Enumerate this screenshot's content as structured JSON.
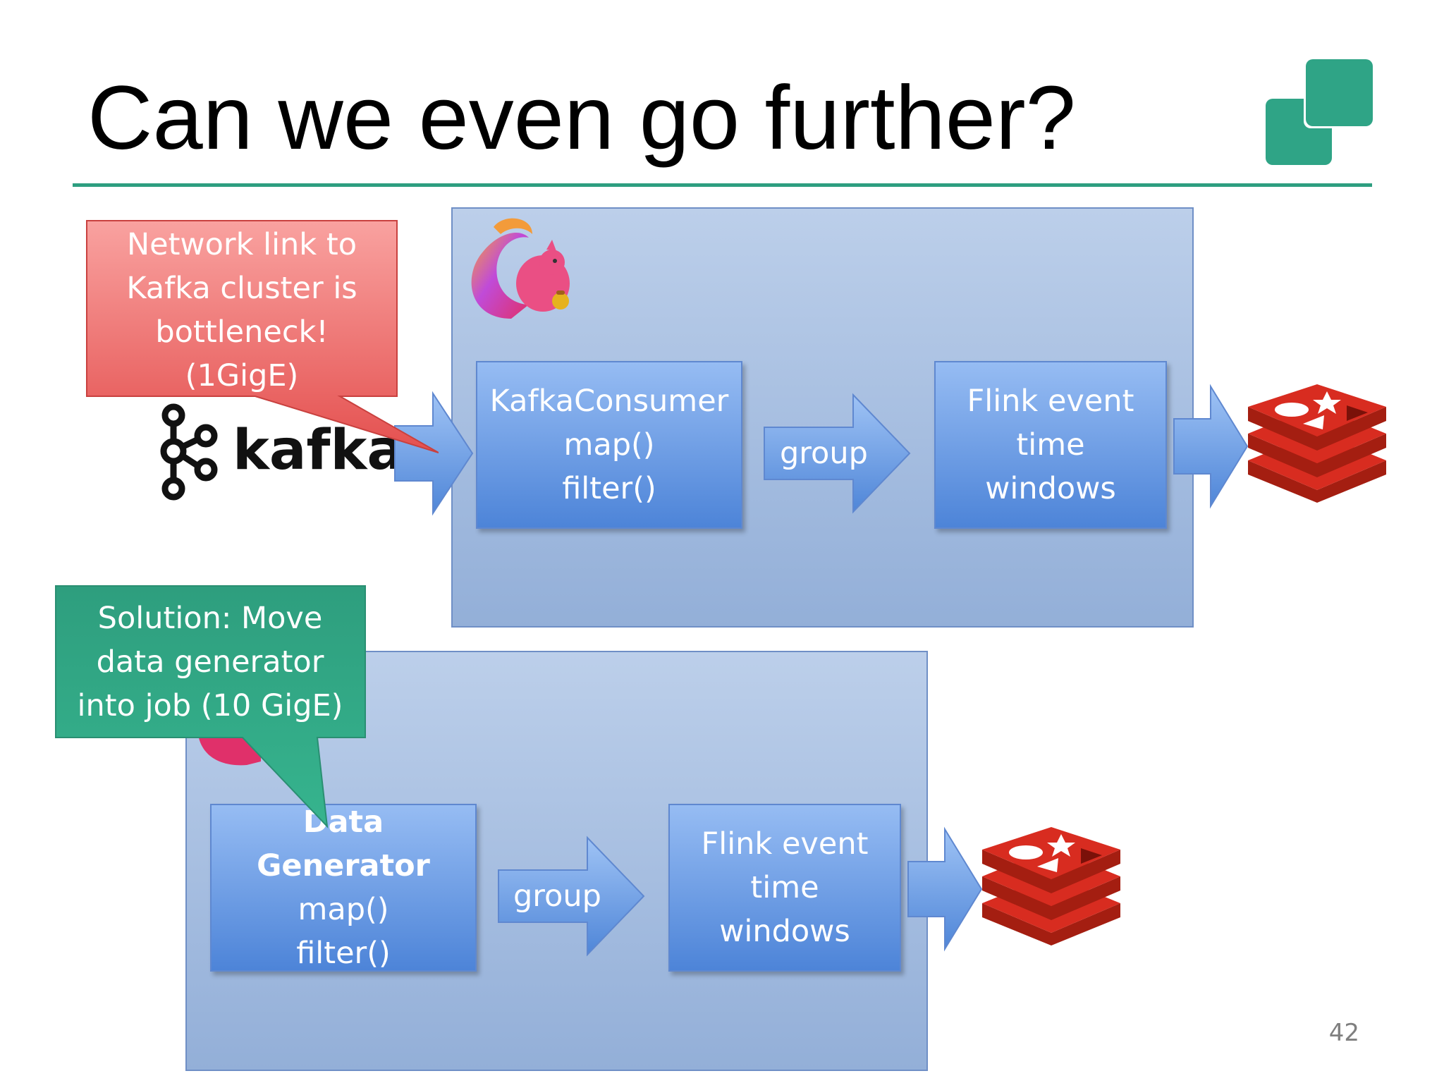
{
  "slide": {
    "title": "Can we even go further?",
    "page_number": "42",
    "accent_color": "#2e9e80"
  },
  "top_pipeline": {
    "source_logo_text": "kafka",
    "stages": [
      {
        "lines": [
          "KafkaConsumer",
          "map()",
          "filter()"
        ]
      },
      {
        "lines": [
          "Flink event",
          "time",
          "windows"
        ]
      }
    ],
    "arrow_label": "group",
    "sink_icon": "redis-icon"
  },
  "bottom_pipeline": {
    "stages": [
      {
        "lines": [
          "Data Generator",
          "map()",
          "filter()"
        ]
      },
      {
        "lines": [
          "Flink event",
          "time",
          "windows"
        ]
      }
    ],
    "arrow_label": "group",
    "sink_icon": "redis-icon"
  },
  "callouts": {
    "bottleneck": {
      "lines": [
        "Network link to",
        "Kafka cluster is",
        "bottleneck!",
        "(1GigE)"
      ],
      "color": "#e8595a"
    },
    "solution": {
      "lines": [
        "Solution: Move",
        "data generator",
        "into job (10 GigE)"
      ],
      "color": "#2ea883"
    }
  },
  "icons": [
    "flink-squirrel-icon",
    "kafka-logo-icon",
    "redis-icon",
    "slide-logo-icon"
  ]
}
